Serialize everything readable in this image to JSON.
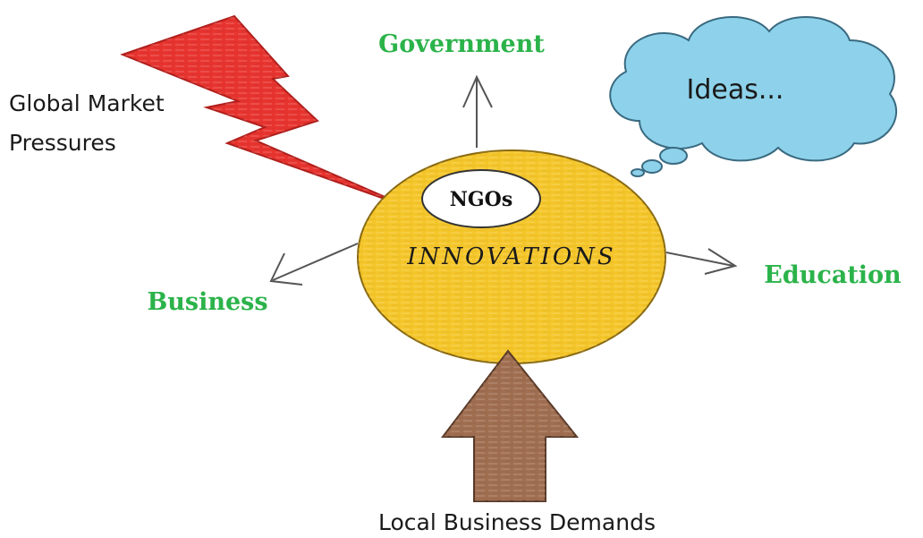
{
  "center": {
    "label": "INNOVATIONS",
    "inner_label": "NGOs"
  },
  "outputs": {
    "top": "Government",
    "right": "Education",
    "left": "Business"
  },
  "pressures": {
    "lightning": "Global Market\nPressures",
    "lightning_line1": "Global Market",
    "lightning_line2": "Pressures",
    "bottom_arrow": "Local Business Demands"
  },
  "thought_cloud": {
    "label": "Ideas..."
  },
  "colors": {
    "ellipse_fill": "#f5c62a",
    "ellipse_stroke": "#8a6a10",
    "lightning_fill": "#e8342f",
    "cloud_fill": "#8dd2ea",
    "arrow_brown": "#a06e50",
    "label_green": "#2bb34a"
  },
  "icons": [
    "lightning-bolt-icon",
    "thought-cloud-icon",
    "up-arrow-icon"
  ]
}
